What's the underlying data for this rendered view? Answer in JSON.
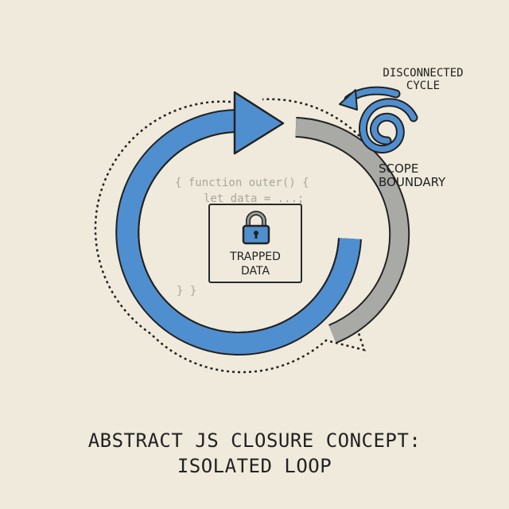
{
  "diagram": {
    "title_line1": "ABSTRACT JS CLOSURE CONCEPT:",
    "title_line2": "ISOLATED LOOP",
    "labels": {
      "disconnected_line1": "DISCONNECTED",
      "disconnected_line2": "CYCLE",
      "scope_line1": "SCOPE",
      "scope_line2": "BOUNDARY"
    },
    "code": {
      "line1": "{ function outer() {",
      "line2": "let data = ...;",
      "line3": "} }"
    },
    "trapped": {
      "line1": "TRAPPED",
      "line2": "DATA",
      "icon": "lock-icon"
    },
    "colors": {
      "background": "#efeadb",
      "loop_blue": "#4f8fd0",
      "boundary_gray": "#a9aaa6",
      "outline": "#1f1f1f"
    }
  }
}
